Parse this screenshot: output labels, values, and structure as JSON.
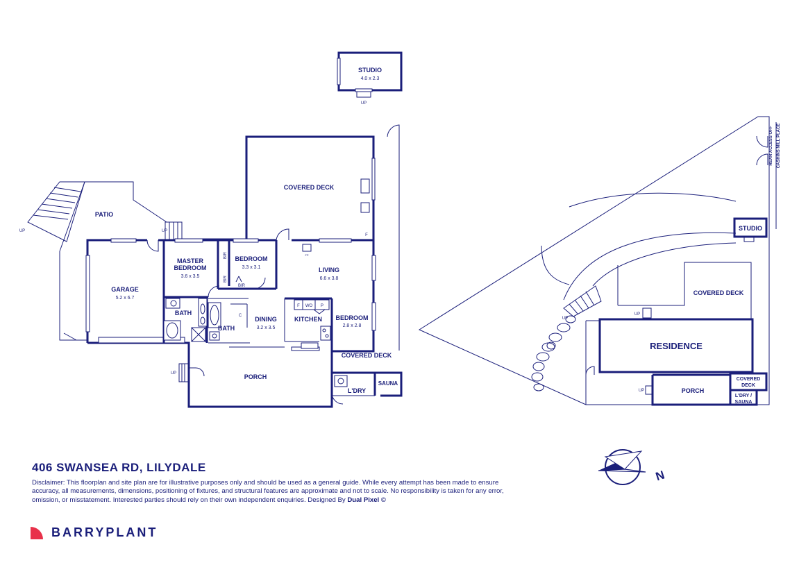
{
  "address": "406 SWANSEA RD, LILYDALE",
  "disclaimer": {
    "text": "Disclaimer: This floorplan and site plan are for illustrative purposes only and should be used as a general guide. While every attempt has been made to ensure accuracy, all measurements, dimensions, positioning of fixtures, and structural features are approximate and not to scale. No responsibility is taken for any error, omission, or misstatement. Interested parties should rely on their own independent enquiries. Designed By ",
    "designer": "Dual Pixel ©"
  },
  "brand": {
    "name": "BARRYPLANT",
    "accent_color": "#e8314a",
    "primary_color": "#1a1e7a"
  },
  "floorplan": {
    "rooms": {
      "studio": {
        "name": "STUDIO",
        "dims": "4.0 x 2.3"
      },
      "covered_deck": {
        "name": "COVERED DECK"
      },
      "patio": {
        "name": "PATIO"
      },
      "garage": {
        "name": "GARAGE",
        "dims": "5.2 x 6.7"
      },
      "master_bedroom_1": {
        "name": "MASTER"
      },
      "master_bedroom_2": {
        "name": "BEDROOM",
        "dims": "3.6 x 3.5"
      },
      "bedroom": {
        "name": "BEDROOM",
        "dims": "3.3 x 3.1"
      },
      "living": {
        "name": "LIVING",
        "dims": "6.6 x 3.8"
      },
      "bath": {
        "name": "BATH"
      },
      "bath2": {
        "name": "BATH"
      },
      "dining": {
        "name": "DINING",
        "dims": "3.2 x 3.5"
      },
      "kitchen": {
        "name": "KITCHEN"
      },
      "bedroom2": {
        "name": "BEDROOM",
        "dims": "2.8 x 2.8"
      },
      "porch": {
        "name": "PORCH"
      },
      "covered_deck2": {
        "name": "COVERED DECK"
      },
      "ldry": {
        "name": "L'DRY"
      },
      "sauna": {
        "name": "SAUNA"
      }
    },
    "small": {
      "up_studio": "UP",
      "up_stairs": "UP",
      "up_deck": "UP",
      "up_porch": "UP",
      "bir1": "BIR",
      "bir2": "BIR",
      "bir3": "BIR",
      "c": "C",
      "f_deck": "F",
      "f_kitchen": "F",
      "wo": "WO",
      "p": "P",
      "fp": "FP"
    }
  },
  "siteplan": {
    "rear_access_1": "REAR ACCESS OFF",
    "rear_access_2": "CASHINS MILL PLACE",
    "studio": "STUDIO",
    "covered_deck": "COVERED DECK",
    "residence": "RESIDENCE",
    "porch": "PORCH",
    "covered_deck_small_1": "COVERED",
    "covered_deck_small_2": "DECK",
    "ldry_sauna_1": "L'DRY /",
    "ldry_sauna_2": "SAUNA",
    "up_left": "UP",
    "up_deck": "UP",
    "up_porch": "UP"
  },
  "compass": {
    "letter": "N",
    "icon": "north-arrow-icon"
  }
}
